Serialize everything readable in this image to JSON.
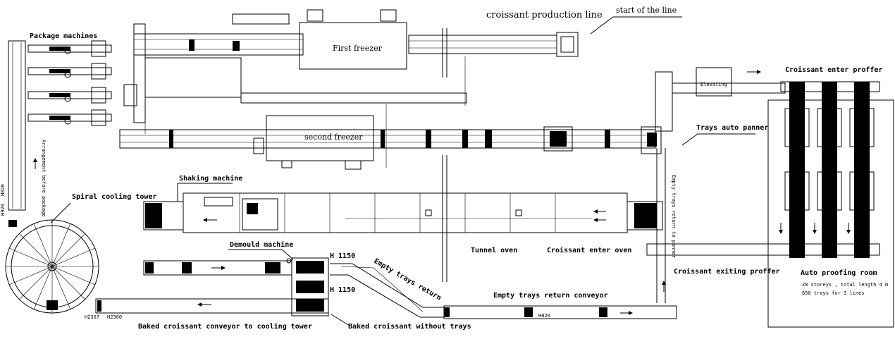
{
  "title": "croissant production line",
  "labels": {
    "start_of_line": "start of the line",
    "package_machines": "Package machines",
    "first_freezer": "First freezer",
    "second_freezer": "second freezer",
    "elevating": "Elevating",
    "croissant_enter_proffer": "Croissant enter proffer",
    "trays_auto_panner": "Trays auto panner",
    "arrangement_before_package": "Arrangement before package",
    "spiral_cooling_tower": "Spiral cooling tower",
    "shaking_machine": "Shaking machine",
    "demould_machine": "Demould machine",
    "tunnel_oven": "Tunnel oven",
    "croissant_enter_oven": "Croissant enter oven",
    "empty_trays_return_top": "Empty trays return",
    "empty_trays_return_conveyor": "Empty trays return conveyor",
    "croissant_exiting_proffer": "Croissant exiting proffer",
    "empty_trays_return_to_panner": "Empty trays return to panner",
    "auto_proofing_room": "Auto proofing room",
    "proofing_note_1": "28 storeys , total length 4 m",
    "proofing_note_2": "650 trays for 3 lines",
    "baked_croissant_conveyor": "Baked croissant conveyor to cooling tower",
    "baked_croissant_without_trays": "Baked croissant without trays",
    "h_1150_top": "H 1150",
    "h_1150_bottom": "H 1150",
    "h_820_left": "H820",
    "h_920": "H920",
    "h_2367": "H2367",
    "h_2300": "H2300",
    "h_820_bottom": "H820"
  }
}
